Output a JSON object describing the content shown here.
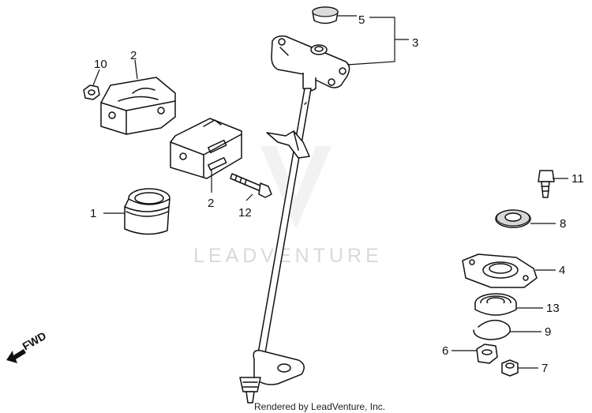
{
  "diagram": {
    "callouts": {
      "p1": "1",
      "p2a": "2",
      "p2b": "2",
      "p3": "3",
      "p4": "4",
      "p5": "5",
      "p6": "6",
      "p7": "7",
      "p8": "8",
      "p9": "9",
      "p10": "10",
      "p11": "11",
      "p12": "12",
      "p13": "13"
    },
    "direction_label": "FWD",
    "watermark": "LEADVENTURE",
    "credit": "Rendered by LeadVenture, Inc."
  }
}
